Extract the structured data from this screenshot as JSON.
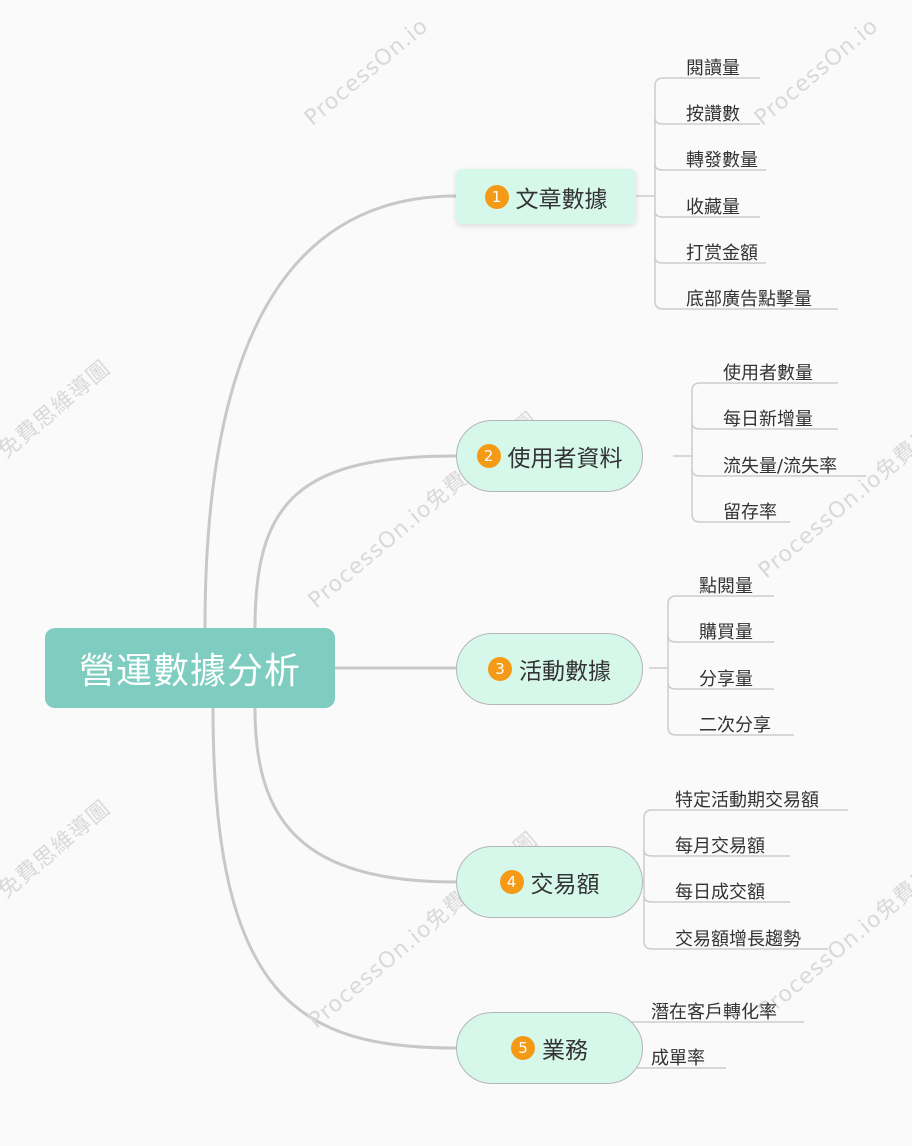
{
  "watermark": {
    "latin": "ProcessOn.io",
    "full": "ProcessOn.io免費思維導圖",
    "cjk": "免費思維導圖"
  },
  "root": {
    "label": "營運數據分析"
  },
  "branches": [
    {
      "badge": "1",
      "label": "文章數據",
      "leaves": [
        "閱讀量",
        "按讚數",
        "轉發數量",
        "收藏量",
        "打赏金額",
        "底部廣告點擊量"
      ]
    },
    {
      "badge": "2",
      "label": "使用者資料",
      "leaves": [
        "使用者數量",
        "每日新增量",
        "流失量/流失率",
        "留存率"
      ]
    },
    {
      "badge": "3",
      "label": "活動數據",
      "leaves": [
        "點閱量",
        "購買量",
        "分享量",
        "二次分享"
      ]
    },
    {
      "badge": "4",
      "label": "交易額",
      "leaves": [
        "特定活動期交易額",
        "每月交易額",
        "每日成交額",
        "交易額增長趨勢"
      ]
    },
    {
      "badge": "5",
      "label": "業務",
      "leaves": [
        "潛在客戶轉化率",
        "成單率"
      ]
    }
  ],
  "colors": {
    "root": "#7ecdc0",
    "branch": "#d6f8ea",
    "badge": "#f59a17",
    "line": "#c8c8c8",
    "leafLine": "#cccccc"
  }
}
